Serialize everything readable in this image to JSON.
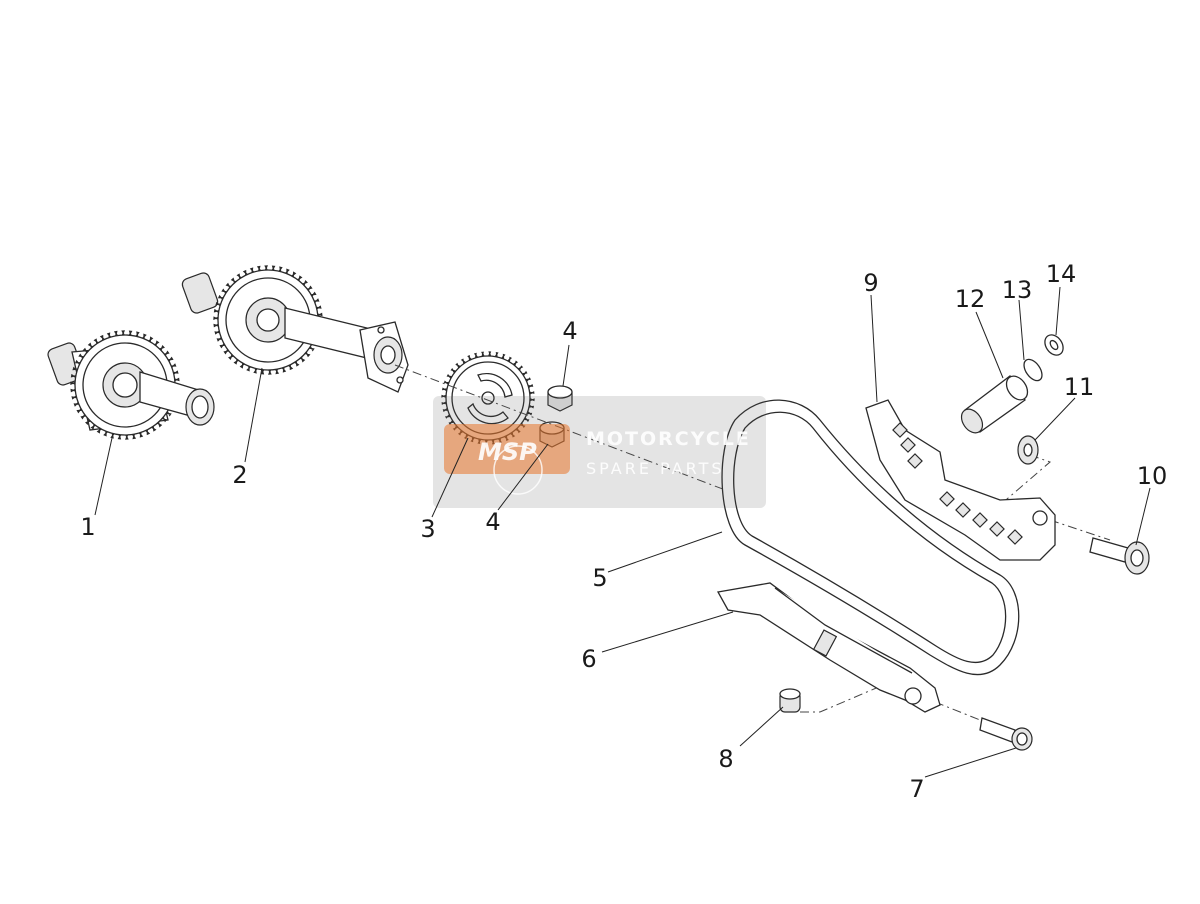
{
  "diagram": {
    "callouts": [
      "1",
      "2",
      "3",
      "4",
      "4",
      "5",
      "6",
      "7",
      "8",
      "9",
      "10",
      "11",
      "12",
      "13",
      "14"
    ]
  },
  "watermark": {
    "logo": "MSP",
    "title": "MOTORCYCLE",
    "subtitle": "SPARE PARTS",
    "accent": "#e8742a"
  },
  "colors": {
    "line": "#2a2a2a",
    "background": "#ffffff"
  }
}
